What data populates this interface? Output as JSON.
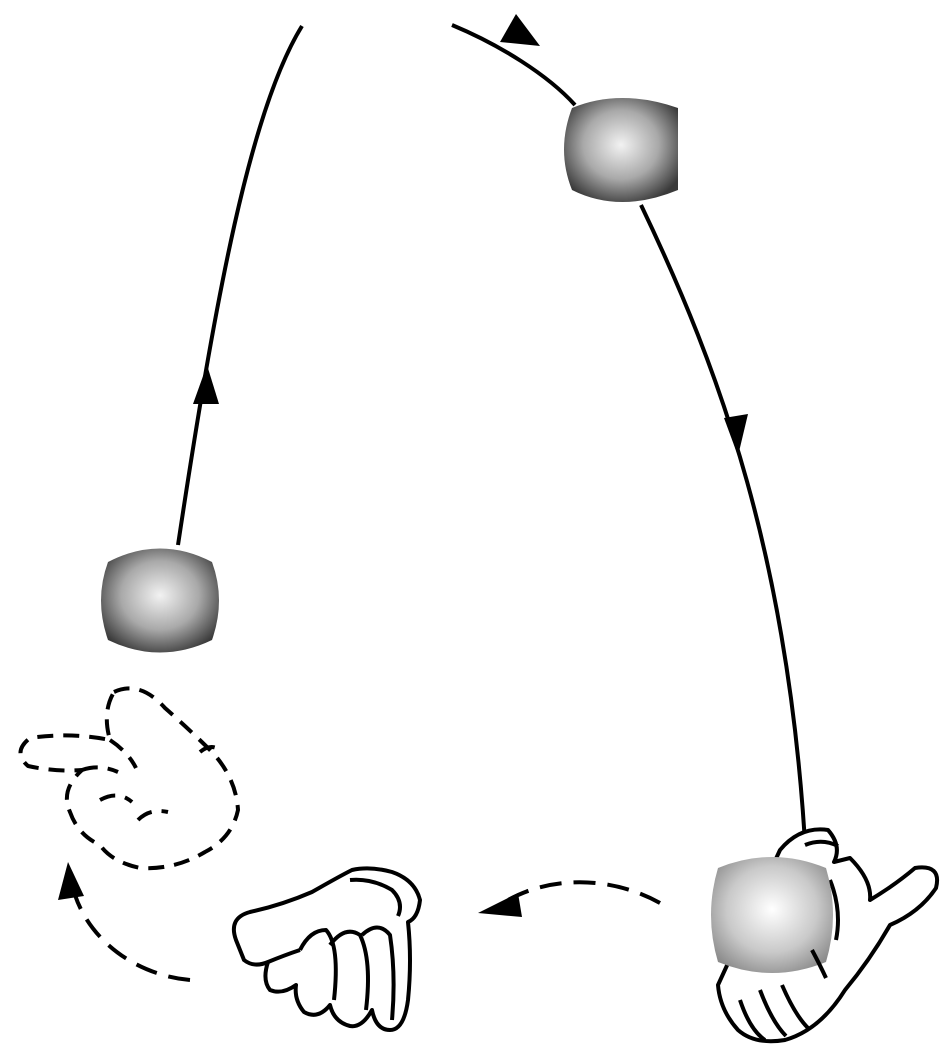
{
  "figure": {
    "colors": {
      "ink": "#000000",
      "background": "#ffffff",
      "ball_light": "#f2f2f2",
      "ball_mid": "#a9a9a9",
      "ball_dark": "#3a3a3a"
    },
    "elements": [
      "ball-left",
      "ball-top-right",
      "ball-caught",
      "path-up-left",
      "path-top",
      "path-down-right",
      "path-hand-pass",
      "path-return-dashed",
      "hand-right",
      "hand-center-open",
      "hand-left-ghost"
    ]
  }
}
